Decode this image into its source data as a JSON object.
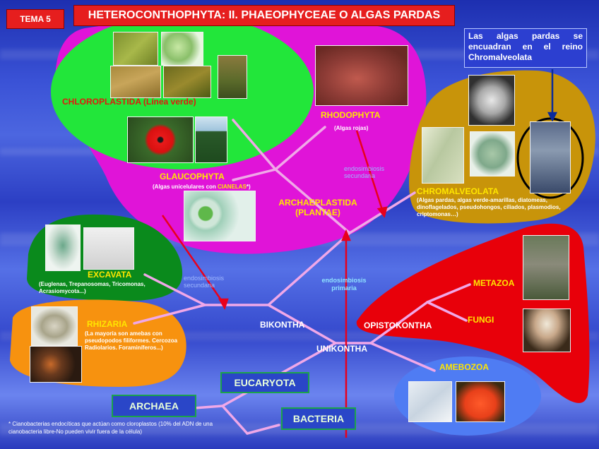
{
  "tema": "TEMA 5",
  "title": "HETEROCONTHOPHYTA: II. PHAEOPHYCEAE O ALGAS PARDAS",
  "info_box": "Las algas pardas se encuadran en el reino Chromalveolata",
  "groups": {
    "chloroplastida": "CHLOROPLASTIDA (Línea verde)",
    "rhodophyta": "RHODOPHYTA",
    "rhodophyta_sub": "(Algas rojas)",
    "glaucophyta": "GLAUCOPHYTA",
    "glaucophyta_sub_a": "(Algas unicelulares con ",
    "glaucophyta_sub_b": "CIANELAS",
    "glaucophyta_sub_c": "*)",
    "archaeplastida_1": "ARCHAEPLASTIDA",
    "archaeplastida_2": "(PLANTAE)",
    "chromalveolata": "CHROMALVEOLATA",
    "chromalveolata_sub": "(Algas pardas, algas verde-amarillas, diatomeas, dinoflagelados, pseudohongos, ciliados, plasmodios, criptomonas…)",
    "excavata": "EXCAVATA",
    "excavata_sub": "(Euglenas, Trepanosomas, Tricomonas, Acrasiomycota...)",
    "rhizaria": "RHIZARIA",
    "rhizaria_sub": "(La mayoría son amebas con pseudopodos filiformes. Cercozoa Radiolarios. Foraminíferos...)",
    "metazoa": "METAZOA",
    "fungi": "FUNGI",
    "amebozoa": "AMEBOZOA",
    "opistokontha": "OPISTOKONTHA",
    "bikontha": "BIKONTHA",
    "unikontha": "UNIKONTHA",
    "eucaryota": "EUCARYOTA",
    "archaea": "ARCHAEA",
    "bacteria": "BACTERIA"
  },
  "endosymbiosis": {
    "secundaria_1a": "endosimbiosis",
    "secundaria_1b": "secundaria",
    "secundaria_2a": "endosimbiosis",
    "secundaria_2b": "secundaria",
    "primaria_a": "endosimbiosis",
    "primaria_b": "primaria"
  },
  "footnote": "* Cianobacterias endocíticas que actúan como cloroplastos (10% del ADN de una cianobacteria libre-No pueden vivir fuera de la célula)",
  "colors": {
    "title_red": "#e61e1e",
    "magenta": "#e014d8",
    "green_blob": "#22e63a",
    "ochre": "#c8940a",
    "dark_green": "#0a8a1c",
    "orange": "#f7920f",
    "red_blob": "#e8000a",
    "light_blue": "#4f7cf3",
    "branch_pink": "#f0a8e8",
    "arrow_red": "#e8001c"
  }
}
